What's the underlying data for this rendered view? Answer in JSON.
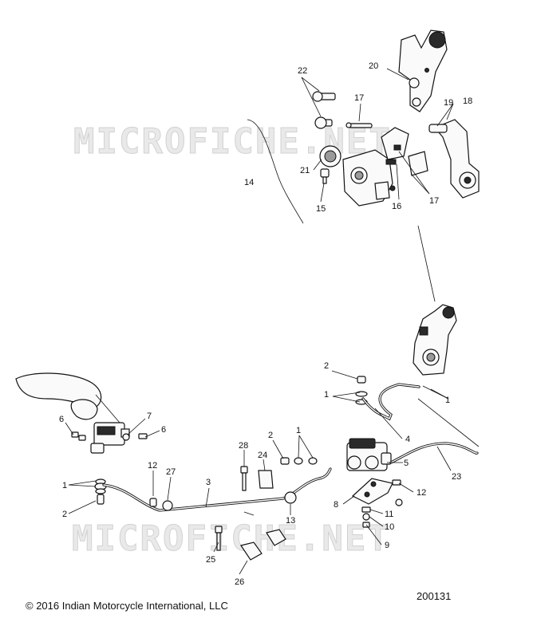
{
  "watermark": "MICROFICHE.NET",
  "callouts": {
    "c1": "1",
    "c2": "2",
    "c3": "3",
    "c4": "4",
    "c5": "5",
    "c6": "6",
    "c7": "7",
    "c8": "8",
    "c9": "9",
    "c10": "10",
    "c11": "11",
    "c12": "12",
    "c13": "13",
    "c14": "14",
    "c15": "15",
    "c16": "16",
    "c17": "17",
    "c18": "18",
    "c19": "19",
    "c20": "20",
    "c21": "21",
    "c22": "22",
    "c23": "23",
    "c24": "24",
    "c25": "25",
    "c26": "26",
    "c27": "27",
    "c28": "28"
  },
  "footer": {
    "copyright": "© 2016 Indian Motorcycle International, LLC",
    "diagram_number": "200131"
  }
}
